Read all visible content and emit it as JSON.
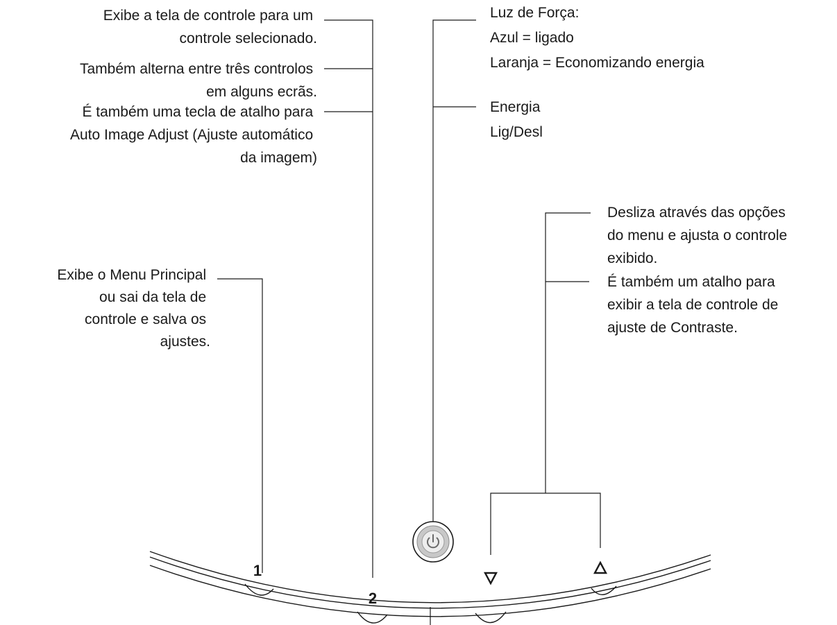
{
  "callouts": {
    "button2_line1": [
      "Exibe a tela de controle para um",
      "controle selecionado."
    ],
    "button2_line2": [
      "Também alterna entre três controlos",
      "em alguns ecrãs."
    ],
    "button2_line3": [
      "É também uma tecla de atalho para",
      "Auto Image Adjust (Ajuste automático",
      "da imagem)"
    ],
    "power_light": [
      "Luz de Força:",
      "Azul = ligado",
      "Laranja = Economizando energia"
    ],
    "power_button": [
      "Energia",
      "Lig/Desl"
    ],
    "arrows_scroll": [
      "Desliza através das opções",
      "do menu e ajusta o controle",
      "exibido."
    ],
    "arrows_shortcut": [
      "É também um atalho para",
      "exibir a tela de controle de",
      "ajuste de Contraste."
    ],
    "button1": [
      "Exibe o Menu Principal",
      "ou sai da tela de",
      "controle e salva os",
      "ajustes."
    ]
  },
  "buttons": {
    "button1_label": "1",
    "button2_label": "2",
    "down_label": "▽",
    "up_label": "△"
  },
  "icons": {
    "power": "power-icon"
  }
}
